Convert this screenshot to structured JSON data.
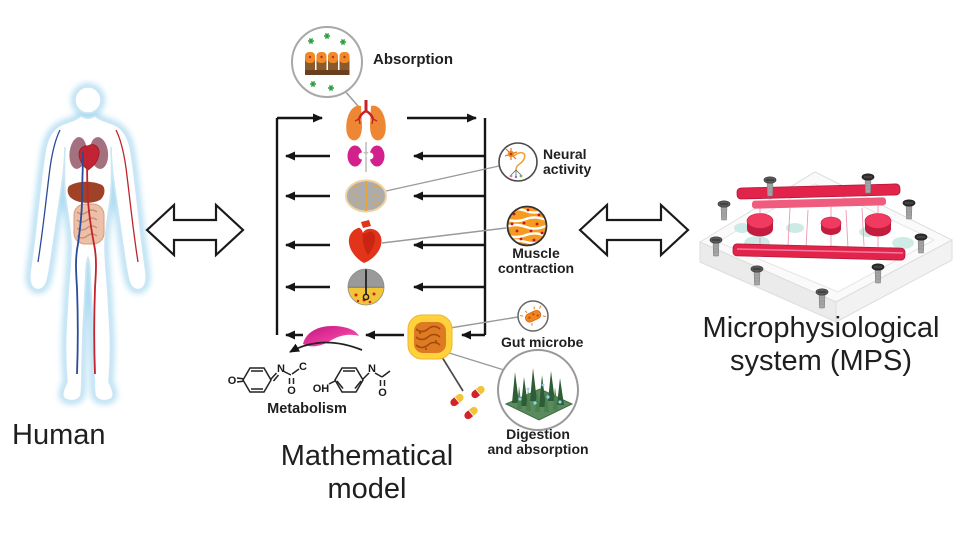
{
  "labels": {
    "human": "Human",
    "model_line1": "Mathematical",
    "model_line2": "model",
    "mps_line1": "Microphysiological",
    "mps_line2": "system (MPS)"
  },
  "callouts": {
    "absorption": "Absorption",
    "neural_line1": "Neural",
    "neural_line2": "activity",
    "muscle_line1": "Muscle",
    "muscle_line2": "contraction",
    "gut_microbe": "Gut microbe",
    "digestion_line1": "Digestion",
    "digestion_line2": "and absorption",
    "metabolism": "Metabolism"
  },
  "chemistry": {
    "napqi": {
      "o_left": "O",
      "n": "N",
      "c": "C",
      "o_carbonyl": "O"
    },
    "acetaminophen": {
      "oh": "OH",
      "n": "N",
      "o_carbonyl": "O"
    }
  },
  "icons": {
    "organ_icons": [
      "lungs-icon",
      "kidneys-icon",
      "brain-icon",
      "heart-icon",
      "skin-icon",
      "liver-icon",
      "gut-icon"
    ],
    "inset_icons": [
      "absorption-epithelium-icon",
      "neuron-icon",
      "muscle-fiber-icon",
      "bacterium-icon",
      "villi-icon",
      "pills-icon"
    ],
    "arrow_icons": [
      "double-arrow-icon"
    ]
  },
  "colors": {
    "arrow": "#1a1a1a",
    "lungs": "#EE8733",
    "trachea": "#CC2027",
    "kidneys": "#D2218C",
    "brain": "#ACACAC",
    "brain_gyri": "#E8A33C",
    "heart": "#E2331B",
    "skin_top": "#9A9A9A",
    "skin_bottom": "#F2C437",
    "liver_magenta": "#D6219A",
    "gut_orange": "#DD7A22",
    "gut_outline": "#FFD23B",
    "pill_red": "#D2232A",
    "pill_yellow": "#F2C437",
    "microbe_orange": "#F0861E",
    "villi_green": "#2E5C36",
    "mps_red": "#E2244A",
    "mps_teal": "#CBEAE5",
    "human_glow": "#C9E7F6"
  }
}
